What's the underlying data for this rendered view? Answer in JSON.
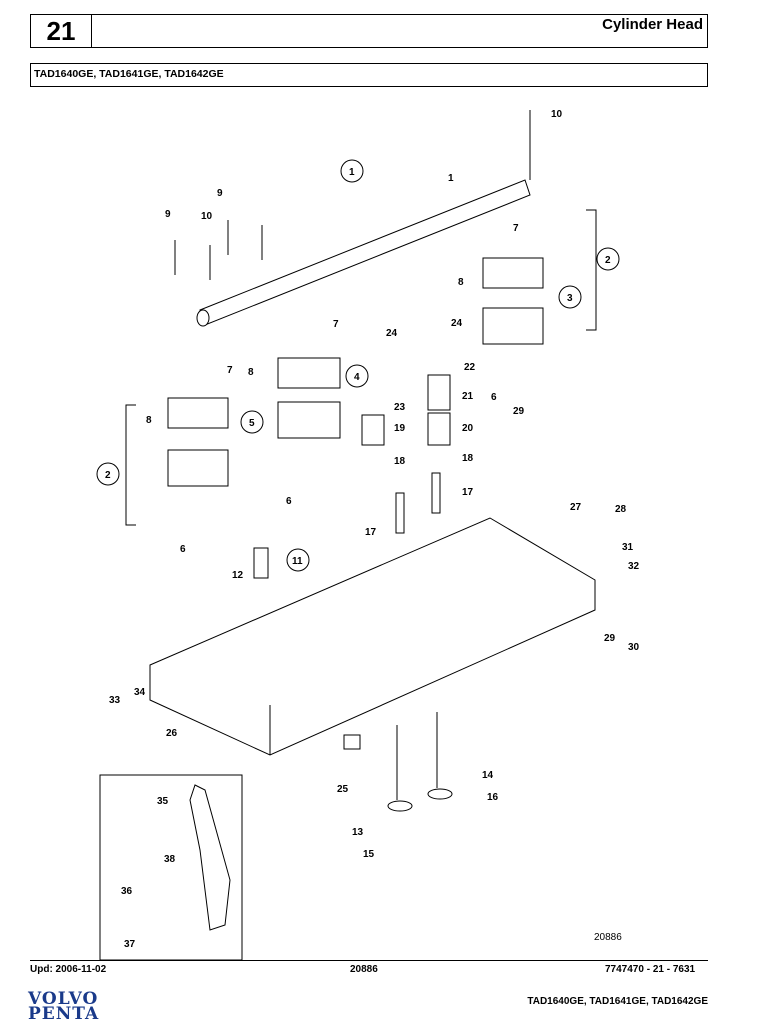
{
  "header": {
    "section_number": "21",
    "title": "Cylinder Head"
  },
  "models": "TAD1640GE, TAD1641GE, TAD1642GE",
  "footer": {
    "updated": "Upd: 2006-11-02",
    "illustration_no": "20886",
    "doc_ref": "7747470 - 21 - 7631",
    "models": "TAD1640GE, TAD1641GE, TAD1642GE"
  },
  "diagram": {
    "figure_number": "20886"
  },
  "logo": {
    "line1": "VOLVO",
    "line2": "PENTA"
  },
  "callouts": [
    "1",
    "2",
    "3",
    "4",
    "5",
    "6",
    "7",
    "8",
    "9",
    "10",
    "11",
    "12",
    "13",
    "14",
    "15",
    "16",
    "17",
    "18",
    "19",
    "20",
    "21",
    "22",
    "23",
    "24",
    "25",
    "26",
    "27",
    "28",
    "29",
    "30",
    "31",
    "32",
    "33",
    "34",
    "35",
    "36",
    "37",
    "38"
  ]
}
